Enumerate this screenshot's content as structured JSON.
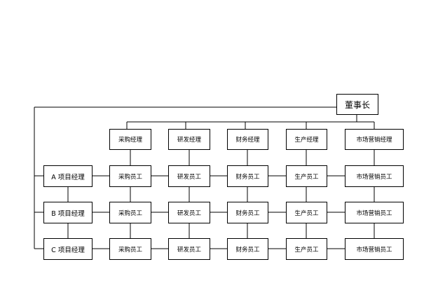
{
  "chairman": "董事长",
  "managers": [
    "采购经理",
    "研发经理",
    "财务经理",
    "生产经理",
    "市场营销经理"
  ],
  "project_managers": [
    "A 项目经理",
    "B 项目经理",
    "C 项目经理"
  ],
  "staff": [
    "采购员工",
    "研发员工",
    "财务员工",
    "生产员工",
    "市场营销员工"
  ]
}
